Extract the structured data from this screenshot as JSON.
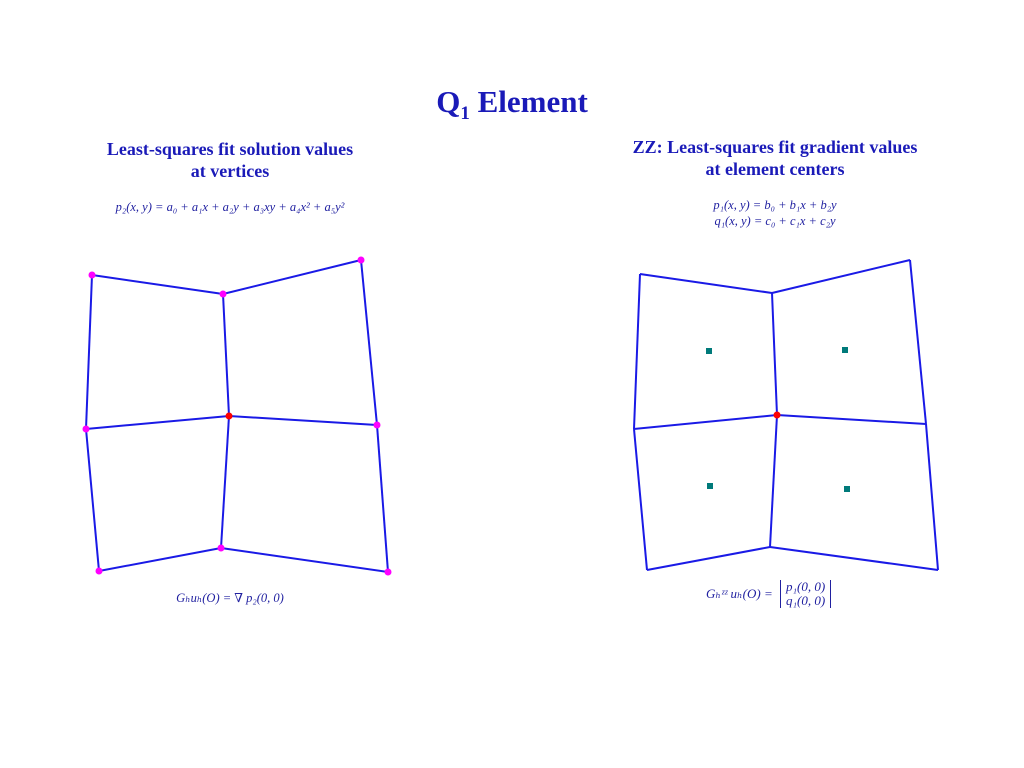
{
  "slide": {
    "title_main": "Q",
    "title_sub": "1",
    "title_rest": " Element"
  },
  "left_panel": {
    "heading_line1": "Least-squares fit solution values",
    "heading_line2": "at vertices",
    "formula_polynomial": "p₂(x, y) = a₀ + a₁x + a₂y + a₃xy + a₄x² + a₅y²",
    "formula_gradient": "Gₕuₕ(O) = ∇ p₂(0, 0)"
  },
  "right_panel": {
    "heading_line1": "ZZ: Least-squares fit gradient values",
    "heading_line2": "at element centers",
    "formula_p1": "p₁(x, y) = b₀ + b₁x + b₂y",
    "formula_q1": "q₁(x, y) = c₀ + c₁x + c₂y",
    "formula_gradient_label": "Gₕᶻᶻ uₕ(O) =",
    "matrix_row1": "p₁(0, 0)",
    "matrix_row2": "q₁(0, 0)"
  },
  "colors": {
    "mesh_edge": "#1a1ae6",
    "vertex_dot": "#ff00ff",
    "center_vertex": "#ff0000",
    "element_center": "#007a7a",
    "text": "#1a1ab8"
  }
}
